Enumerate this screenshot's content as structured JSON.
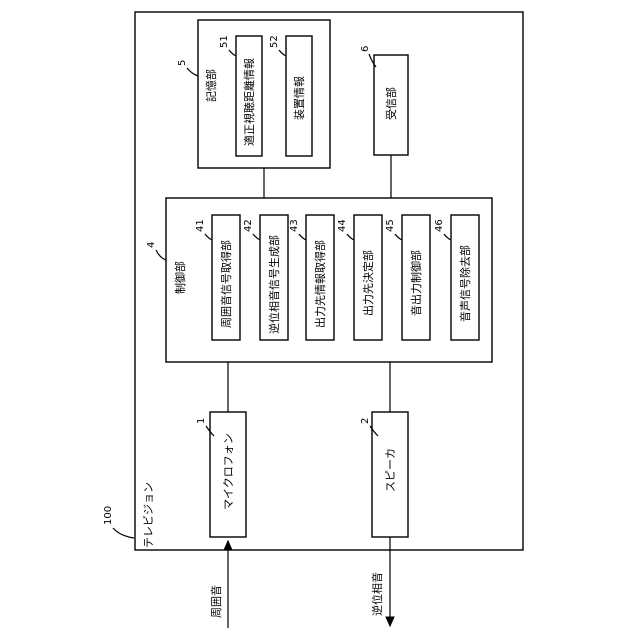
{
  "diagram": {
    "device": {
      "ref": "100",
      "label": "テレビジョン"
    },
    "memory": {
      "ref": "5",
      "label": "記憶部"
    },
    "memory_items": [
      {
        "ref": "51",
        "label": "適正視聴距離情報"
      },
      {
        "ref": "52",
        "label": "装置情報"
      }
    ],
    "receiver": {
      "ref": "6",
      "label": "受信部"
    },
    "control": {
      "ref": "4",
      "label": "制御部"
    },
    "control_items": [
      {
        "ref": "41",
        "label": "周囲音信号取得部"
      },
      {
        "ref": "42",
        "label": "逆位相音信号生成部"
      },
      {
        "ref": "43",
        "label": "出力先情報取得部"
      },
      {
        "ref": "44",
        "label": "出力先決定部"
      },
      {
        "ref": "45",
        "label": "音出力制御部"
      },
      {
        "ref": "46",
        "label": "音声信号除去部"
      }
    ],
    "microphone": {
      "ref": "1",
      "label": "マイクロフォン"
    },
    "speaker": {
      "ref": "2",
      "label": "スピーカ"
    },
    "input_signal": {
      "label": "周囲音"
    },
    "output_signal": {
      "label": "逆位相音"
    }
  }
}
